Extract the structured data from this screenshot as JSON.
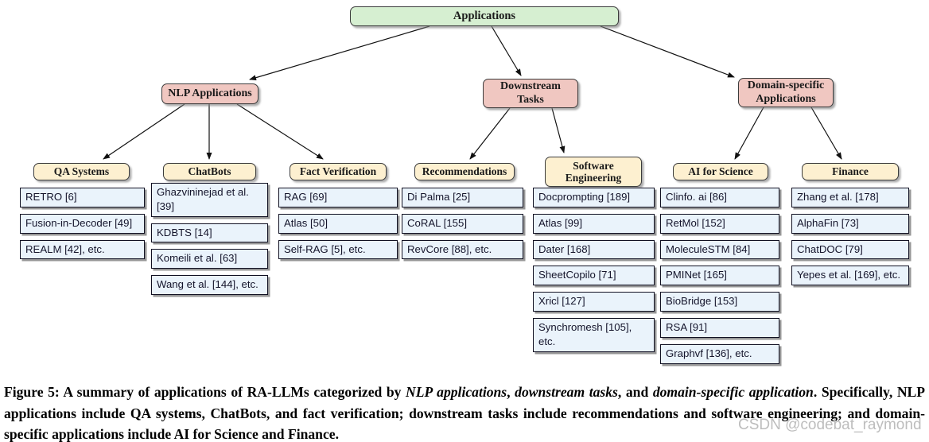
{
  "figure": {
    "root": {
      "label": "Applications"
    },
    "level2": [
      {
        "label": "NLP Applications"
      },
      {
        "label": "Downstream Tasks"
      },
      {
        "label": "Domain-specific Applications"
      }
    ],
    "columns": [
      {
        "header": "QA Systems",
        "items": [
          "RETRO [6]",
          "Fusion-in-Decoder [49]",
          "REALM [42], etc."
        ]
      },
      {
        "header": "ChatBots",
        "items": [
          "Ghazvininejad et al. [39]",
          "KDBTS [14]",
          "Komeili et al. [63]",
          "Wang et al. [144], etc."
        ]
      },
      {
        "header": "Fact Verification",
        "items": [
          "RAG [69]",
          "Atlas [50]",
          "Self-RAG [5], etc."
        ]
      },
      {
        "header": "Recommendations",
        "items": [
          "Di Palma [25]",
          "CoRAL [155]",
          "RevCore [88], etc."
        ]
      },
      {
        "header": "Software Engineering",
        "items": [
          "Docprompting [189]",
          "Atlas [99]",
          "Dater [168]",
          "SheetCopilo [71]",
          "Xricl [127]",
          "Synchromesh [105], etc."
        ]
      },
      {
        "header": "AI for Science",
        "items": [
          "Clinfo. ai [86]",
          "RetMol [152]",
          "MoleculeSTM [84]",
          "PMINet [165]",
          "BioBridge [153]",
          "RSA [91]",
          "Graphvf [136], etc."
        ]
      },
      {
        "header": "Finance",
        "items": [
          "Zhang et al. [178]",
          "AlphaFin [73]",
          "ChatDOC [79]",
          "Yepes et al. [169], etc."
        ]
      }
    ],
    "colors": {
      "root_fill": "#d6efd1",
      "level2_fill": "#f0c7c1",
      "category_fill": "#fdf0d0",
      "leaf_fill": "#eaf3fb",
      "arrow": "#111111"
    }
  },
  "caption": {
    "seg1": "Figure 5: A summary of applications of RA-LLMs categorized by ",
    "seg2": "NLP applications",
    "seg3": ", ",
    "seg4": "downstream tasks",
    "seg5": ", and ",
    "seg6": "domain-specific application",
    "seg7": ". Specifically, NLP applications include QA systems, ChatBots, and fact verification; downstream tasks include recommendations and software engineering; and domain-specific applications include AI for Science and Finance."
  },
  "watermark": "CSDN @codebat_raymond"
}
